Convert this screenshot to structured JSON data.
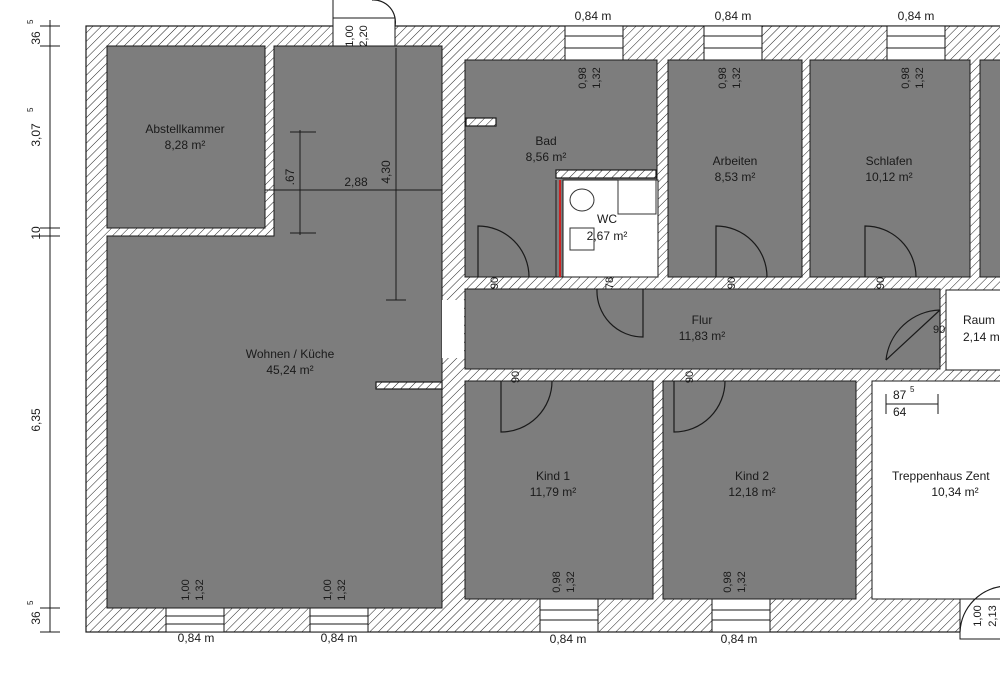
{
  "rooms": [
    {
      "name": "Abstellkammer",
      "area": "8,28 m²"
    },
    {
      "name": "Bad",
      "area": "8,56 m²"
    },
    {
      "name": "WC",
      "area": "2,67 m²"
    },
    {
      "name": "Arbeiten",
      "area": "8,53 m²"
    },
    {
      "name": "Schlafen",
      "area": "10,12 m²"
    },
    {
      "name": "Wohnen / Küche",
      "area": "45,24 m²"
    },
    {
      "name": "Flur",
      "area": "11,83 m²"
    },
    {
      "name": "Kind 1",
      "area": "11,79 m²"
    },
    {
      "name": "Kind 2",
      "area": "12,18 m²"
    },
    {
      "name": "Treppenhaus Zent",
      "area": "10,34 m²"
    },
    {
      "name": "Raum",
      "area": "2,14 m"
    }
  ],
  "window_widths": [
    "0,84 m",
    "0,84 m",
    "0,84 m",
    "0,84 m",
    "0,84 m",
    "0,84 m",
    "0,84 m"
  ],
  "window_labels": [
    {
      "a": "0,98",
      "b": "1,32"
    },
    {
      "a": "0,98",
      "b": "1,32"
    },
    {
      "a": "0,98",
      "b": "1,32"
    },
    {
      "a": "1,00",
      "b": "1,32"
    },
    {
      "a": "1,00",
      "b": "1,32"
    },
    {
      "a": "0,98",
      "b": "1,32"
    },
    {
      "a": "0,98",
      "b": "1,32"
    }
  ],
  "entrance_labels": {
    "a": "1,00",
    "b": "2,20"
  },
  "stair_labels": {
    "a": "1,00",
    "b": "2,13"
  },
  "door_widths": [
    "90",
    "90",
    "90",
    "78",
    "90",
    "90",
    "90"
  ],
  "interior_dims": {
    "d1": "2,88",
    "d2": "4,30",
    "d3": ".67",
    "d4": "87",
    "d4_sup": "5",
    "d5": "64"
  },
  "left_dims": [
    "36",
    "5",
    "3,07",
    "5",
    "10",
    "6,35",
    "36",
    "5"
  ]
}
